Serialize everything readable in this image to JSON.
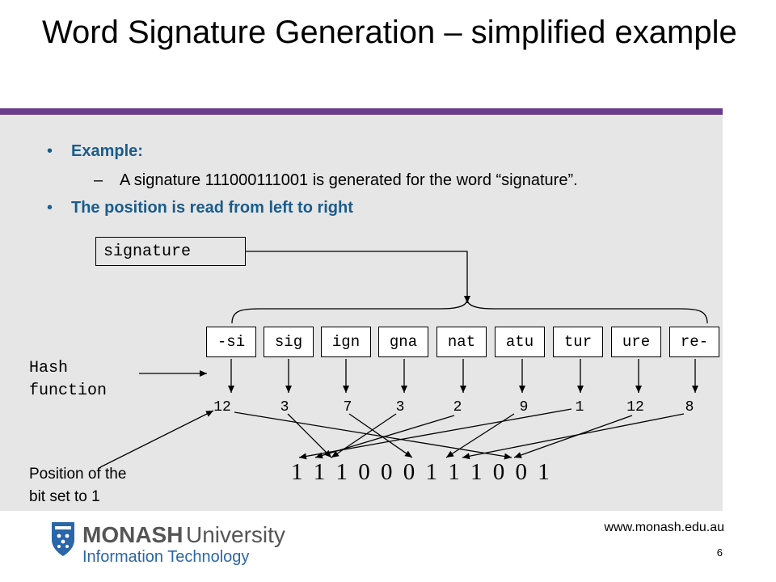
{
  "slide": {
    "title": "Word Signature Generation – simplified example",
    "bullets": [
      {
        "marker": "•",
        "text": "Example:"
      },
      {
        "marker": "•",
        "text": "The position is read from left to right"
      }
    ],
    "sub_item": {
      "marker": "–",
      "text": "A signature 111000111001 is generated for the word “signature”."
    },
    "word": "signature",
    "trigrams": [
      "-si",
      "sig",
      "ign",
      "gna",
      "nat",
      "atu",
      "tur",
      "ure",
      "re-"
    ],
    "hash_label_line1": "Hash",
    "hash_label_line2": "function",
    "hash_values": [
      "12",
      "3",
      "7",
      "3",
      "2",
      "9",
      "1",
      "12",
      "8"
    ],
    "signature_bits": "1 1 1 0 0 0 1 1 1 0 0 1",
    "position_label_line1": "Position of the",
    "position_label_line2": "bit set to 1",
    "footer_url": "www.monash.edu.au",
    "page_number": "6",
    "logo_name": "MONASH University",
    "logo_name_bold": "MONASH",
    "logo_name_light": "University",
    "logo_subtitle": "Information Technology",
    "colors": {
      "accent_bar": "#6a3d8c",
      "bullet_text": "#1a5c8c",
      "panel": "#e6e6e6",
      "logo_blue": "#2a66a8"
    }
  }
}
